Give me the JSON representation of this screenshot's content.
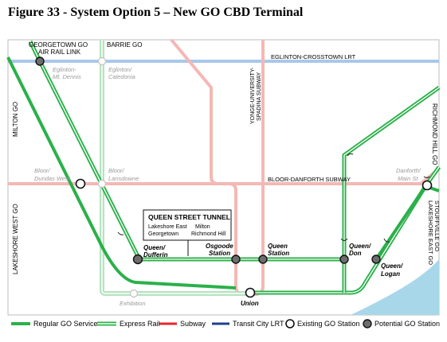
{
  "title": "Figure 33 - System Option 5 – New GO CBD Terminal",
  "lines": {
    "georgetown": "GEORGETOWN GO",
    "air_rail_link": "AIR RAIL LINK",
    "barrie": "BARRIE GO",
    "milton": "MILTON GO",
    "lakeshore_west": "LAKESHORE WEST GO",
    "yonge_university_1": "YONGE-UNIVERSITY-",
    "yonge_university_2": "SPADINA SUBWAY",
    "eglinton": "EGLINTON-CROSSTOWN LRT",
    "bloor_danforth": "BLOOR-DANFORTH SUBWAY",
    "richmond_hill": "RICHMOND HILL GO",
    "lakeshore_east": "LAKESHORE EAST GO",
    "stouffville": "STOUFFVILLE GO"
  },
  "stations": {
    "eglinton_mt_dennis_1": "Eglinton-",
    "eglinton_mt_dennis_2": "Mt. Dennis",
    "eglinton_caledonia_1": "Eglinton/",
    "eglinton_caledonia_2": "Caledonia",
    "bloor_dundas_1": "Bloor/",
    "bloor_dundas_2": "Dundas West",
    "bloor_lansdowne_1": "Bloor/",
    "bloor_lansdowne_2": "Lansdowne",
    "danforth_main_1": "Danforth/",
    "danforth_main_2": "Main St",
    "queen_dufferin_1": "Queen/",
    "queen_dufferin_2": "Dufferin",
    "osgoode_1": "Osgoode",
    "osgoode_2": "Station",
    "queen_station_1": "Queen",
    "queen_station_2": "Station",
    "queen_don_1": "Queen/",
    "queen_don_2": "Don",
    "queen_logan_1": "Queen/",
    "queen_logan_2": "Logan",
    "exhibition": "Exhibition",
    "union": "Union"
  },
  "tunnel_box": {
    "heading": "QUEEN STREET TUNNEL",
    "left_1": "Lakeshore East",
    "left_2": "Georgetown",
    "right_1": "Milton",
    "right_2": "Richmond Hill"
  },
  "legend": {
    "regular": "Regular GO Service",
    "express": "Express Rail",
    "subway": "Subway",
    "transit_city": "Transit City LRT",
    "existing": "Existing GO Station",
    "potential": "Potential GO Station"
  },
  "colors": {
    "go_green": "#2bb04a",
    "express_green": "#b6e3c0",
    "subway_pink": "#f4b8b5",
    "subway_red": "#e8242a",
    "lrt_blue": "#a9c8ea",
    "lrt_navy": "#1f3f8f",
    "lake": "#a8d7ea"
  }
}
